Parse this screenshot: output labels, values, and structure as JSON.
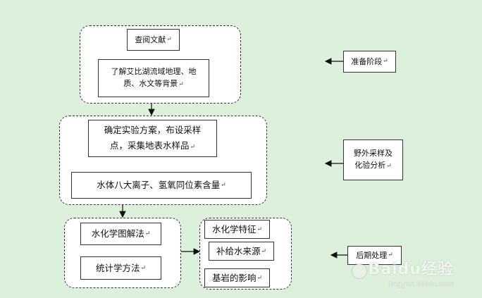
{
  "stage1": {
    "box1": "查阅文献",
    "box2_line1": "了解艾比湖流域地理、地",
    "box2_line2": "质、水文等背景"
  },
  "stage2": {
    "box1_line1": "确定实验方案，布设采样",
    "box1_line2": "点，采集地表水样品",
    "box2": "水体八大离子、氢氧同位素含量"
  },
  "stage3": {
    "left": [
      "水化学图解法",
      "统计学方法"
    ],
    "right": [
      "水化学特征",
      "补给水来源",
      "基岩的影响"
    ]
  },
  "phases": {
    "prep": "准备阶段",
    "field_line1": "野外采样及",
    "field_line2": "化验分析",
    "post": "后期处理"
  },
  "mark": "↵",
  "watermark": {
    "main": "Baidu经验",
    "sub": "jingyan.baidu.com"
  }
}
